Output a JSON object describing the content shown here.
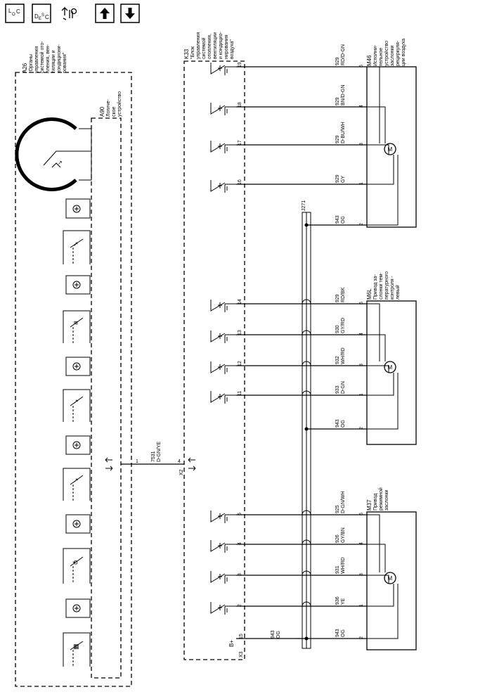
{
  "nav": {
    "loc_label": [
      "L",
      "O",
      "C"
    ],
    "desc_label": [
      "D",
      "E",
      "S",
      "C"
    ],
    "loc_full": "LOC",
    "desc_full": "DESC"
  },
  "diagram": {
    "a26": {
      "ref": "A26",
      "name_lines": [
        "\"Органы",
        "управления",
        "системой ото-",
        "пления, вен-",
        "тиляции и",
        "кондициони-",
        "рования\""
      ]
    },
    "a90": {
      "ref": "A90",
      "name_lines": [
        "Логиче-",
        "ское",
        "устройство"
      ]
    },
    "k33": {
      "ref": "K33",
      "name_lines": [
        "\"Блок",
        "управления",
        "системой",
        "отопления,",
        "вентиляции",
        "и кондицио-",
        "нирования",
        "воздуха\""
      ]
    },
    "m46": {
      "ref": "M46",
      "name_lines": [
        "Исполни-",
        "тельное",
        "устройство",
        "заслонки",
        "рециркуля-",
        "ции воздуха"
      ]
    },
    "m6l": {
      "ref": "M6L",
      "name_lines": [
        "Привод за-",
        "слонки тем-",
        "пературного",
        "контроля -",
        "левый"
      ]
    },
    "m37": {
      "ref": "M37",
      "name_lines": [
        "Привод",
        "режимной",
        "заслонки"
      ]
    },
    "motor_symbol": "M",
    "splice": "J271",
    "serial_wire": {
      "circuit": "7531",
      "color": "D-GN/YE",
      "pin_a90": "1",
      "pin_x2": "4",
      "connector": "X2"
    },
    "power": {
      "label": "B+",
      "pin": "15",
      "connector": "X3",
      "circuit": "943",
      "color": "OG"
    },
    "m46_wires": [
      {
        "pin_k33": "19",
        "circuit": "929",
        "color": "RD/D-GN",
        "pin_motor": "6"
      },
      {
        "pin_k33": "18",
        "circuit": "929",
        "color": "BN/D-GN",
        "pin_motor": "4"
      },
      {
        "pin_k33": "17",
        "circuit": "929",
        "color": "D-BU/WH",
        "pin_motor": "3"
      },
      {
        "pin_k33": "16",
        "circuit": "929",
        "color": "GY",
        "pin_motor": "1"
      },
      {
        "pin_k33": "",
        "circuit": "943",
        "color": "OG",
        "pin_motor": "2"
      }
    ],
    "m6l_wires": [
      {
        "pin_k33": "14",
        "circuit": "929",
        "color": "RD/BK",
        "pin_motor": "6"
      },
      {
        "pin_k33": "13",
        "circuit": "930",
        "color": "GY/RD",
        "pin_motor": "4"
      },
      {
        "pin_k33": "12",
        "circuit": "932",
        "color": "WH/RD",
        "pin_motor": "3"
      },
      {
        "pin_k33": "11",
        "circuit": "933",
        "color": "D-GN",
        "pin_motor": "1"
      },
      {
        "pin_k33": "",
        "circuit": "943",
        "color": "OG",
        "pin_motor": "2"
      }
    ],
    "m37_wires": [
      {
        "pin_k33": "5",
        "circuit": "925",
        "color": "D-GN/WH",
        "pin_motor": "6"
      },
      {
        "pin_k33": "4",
        "circuit": "926",
        "color": "GY/BN",
        "pin_motor": "4"
      },
      {
        "pin_k33": "3",
        "circuit": "931",
        "color": "WH/RD",
        "pin_motor": "3"
      },
      {
        "pin_k33": "2",
        "circuit": "936",
        "color": "YE",
        "pin_motor": "1"
      },
      {
        "pin_k33": "",
        "circuit": "943",
        "color": "OG",
        "pin_motor": "2"
      }
    ]
  }
}
